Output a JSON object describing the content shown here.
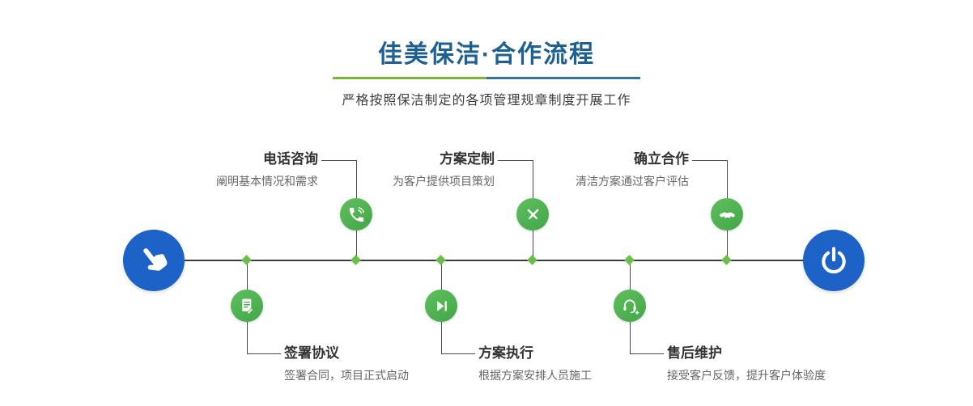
{
  "header": {
    "title": "佳美保洁·合作流程",
    "subtitle": "严格按照保洁制定的各项管理规章制度开展工作"
  },
  "colors": {
    "title_blue": "#1e6091",
    "underline_green": "#7ab82f",
    "underline_blue": "#38739e",
    "step_circle_green": "#4caf50",
    "node_diamond_green": "#6abf4b",
    "endpoint_blue": "#1d62c6",
    "timeline_dark": "#3c3c3c",
    "step_title_color": "#333333",
    "step_desc_color": "#666666"
  },
  "endpoints": {
    "start_icon": "hand-pointer-icon",
    "end_icon": "power-icon"
  },
  "steps_top": [
    {
      "title": "电话咨询",
      "desc": "阐明基本情况和需求",
      "icon": "phone-icon"
    },
    {
      "title": "方案定制",
      "desc": "为客户提供项目策划",
      "icon": "design-tools-icon"
    },
    {
      "title": "确立合作",
      "desc": "清洁方案通过客户评估",
      "icon": "handshake-icon"
    }
  ],
  "steps_bottom": [
    {
      "title": "签署协议",
      "desc": "签署合同，项目正式启动",
      "icon": "contract-icon"
    },
    {
      "title": "方案执行",
      "desc": "根据方案安排人员施工",
      "icon": "play-forward-icon"
    },
    {
      "title": "售后维护",
      "desc": "接受客户反馈，提升客户体验度",
      "icon": "headset-icon"
    }
  ]
}
